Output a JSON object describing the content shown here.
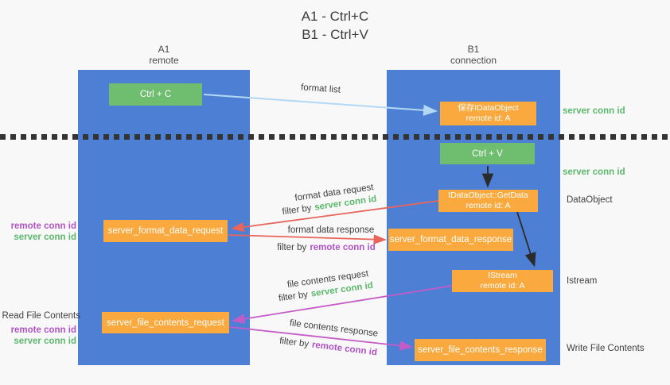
{
  "title": {
    "line1": "A1 - Ctrl+C",
    "line2": "B1 - Ctrl+V"
  },
  "columns": {
    "a": {
      "name": "A1",
      "role": "remote"
    },
    "b": {
      "name": "B1",
      "role": "connection"
    }
  },
  "nodes": {
    "ctrl_c": {
      "label": "Ctrl + C"
    },
    "save_dataobject": {
      "line1": "保存IDataObject",
      "line2": "remote id: A"
    },
    "ctrl_v": {
      "label": "Ctrl + V"
    },
    "getdata": {
      "line1": "IDataObject::GetData",
      "line2": "remote id: A"
    },
    "format_request": {
      "label": "server_format_data_request"
    },
    "format_response": {
      "label": "server_format_data_response"
    },
    "istream": {
      "line1": "IStream",
      "line2": "remote id: A"
    },
    "file_request": {
      "label": "server_file_contents_request"
    },
    "file_response": {
      "label": "server_file_contents_response"
    }
  },
  "arrow_labels": {
    "format_list": "format list",
    "format_data_request": "format data request",
    "format_data_response": "format data response",
    "file_contents_request": "file contents request",
    "file_contents_response": "file contents response",
    "filter_by": "filter by",
    "server_conn_id": "server conn id",
    "remote_conn_id": "remote conn id"
  },
  "annotations": {
    "server_conn_id_top": "server conn id",
    "server_conn_id_mid": "server conn id",
    "dataobject": "DataObject",
    "istream": "Istream",
    "read_file_contents": "Read File Contents",
    "write_file_contents": "Write File Contents",
    "left_pair_1": {
      "remote": "remote conn id",
      "server": "server conn id"
    },
    "left_pair_2": {
      "remote": "remote conn id",
      "server": "server conn id"
    }
  },
  "colors": {
    "column_blue": "#4d80d5",
    "box_green": "#6fbe6f",
    "box_orange": "#f9a93d",
    "text_green": "#5cb86c",
    "text_purple": "#b152c5",
    "arrow_red": "#e8655c",
    "arrow_magenta": "#c45bc7",
    "arrow_lightblue": "#b2d8f3",
    "arrow_black": "#2b2b2b"
  }
}
